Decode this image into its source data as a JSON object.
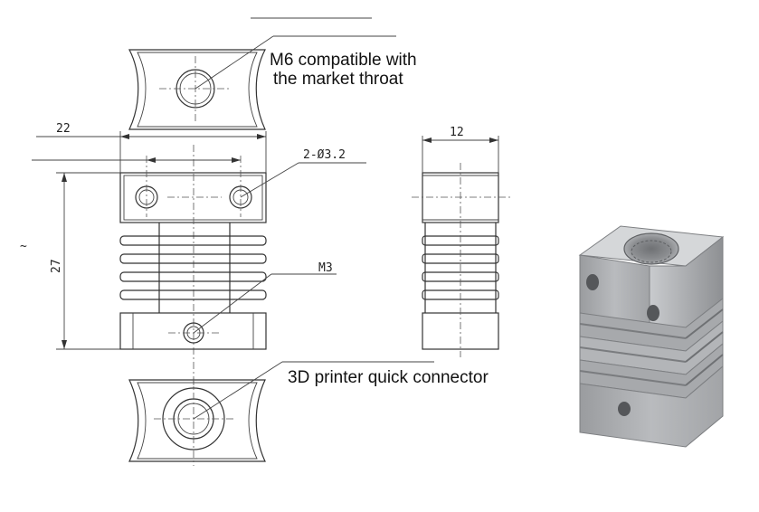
{
  "callouts": {
    "throat": {
      "line1": "M6 compatible with",
      "line2": "the market throat"
    },
    "connector": "3D printer quick connector"
  },
  "dimensions": {
    "width": "22",
    "height": "27",
    "depth": "12",
    "holes": "2-Ø3.2",
    "screw": "M3",
    "stray_mark": "~"
  },
  "colors": {
    "line": "#333333",
    "body": "#b7b9bc",
    "body_dark": "#8f9194",
    "body_light": "#d4d6d8"
  }
}
